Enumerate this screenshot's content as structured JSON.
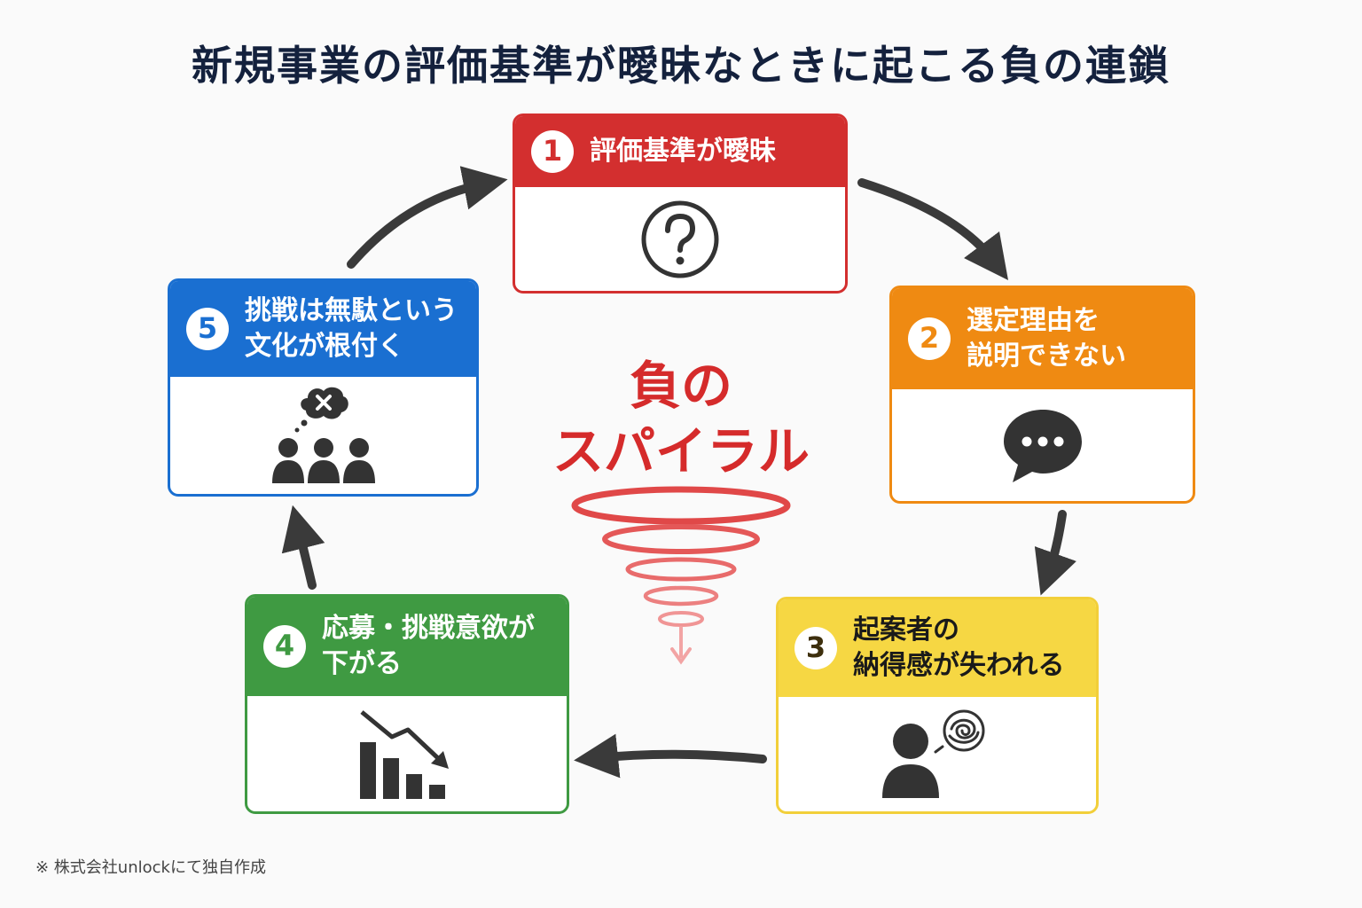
{
  "title": "新規事業の評価基準が曖昧なときに起こる負の連鎖",
  "steps": [
    {
      "num": "1",
      "line1": "評価基準が曖昧",
      "line2": "",
      "icon": "question-mark-circle-icon",
      "color": "#d32f2f"
    },
    {
      "num": "2",
      "line1": "選定理由を",
      "line2": "説明できない",
      "icon": "speech-bubble-icon",
      "color": "#ef8a12"
    },
    {
      "num": "3",
      "line1": "起案者の",
      "line2": "納得感が失われる",
      "icon": "confused-person-icon",
      "color": "#f6d743"
    },
    {
      "num": "4",
      "line1": "応募・挑戦意欲が",
      "line2": "下がる",
      "icon": "declining-bar-chart-icon",
      "color": "#3f9a42"
    },
    {
      "num": "5",
      "line1": "挑戦は無駄という",
      "line2": "文化が根付く",
      "icon": "group-negative-thought-icon",
      "color": "#1a6fd1"
    }
  ],
  "center": {
    "line1": "負の",
    "line2": "スパイラル",
    "icon": "spiral-tornado-icon",
    "color": "#d52b2b"
  },
  "footnote": "※ 株式会社unlockにて独自作成"
}
